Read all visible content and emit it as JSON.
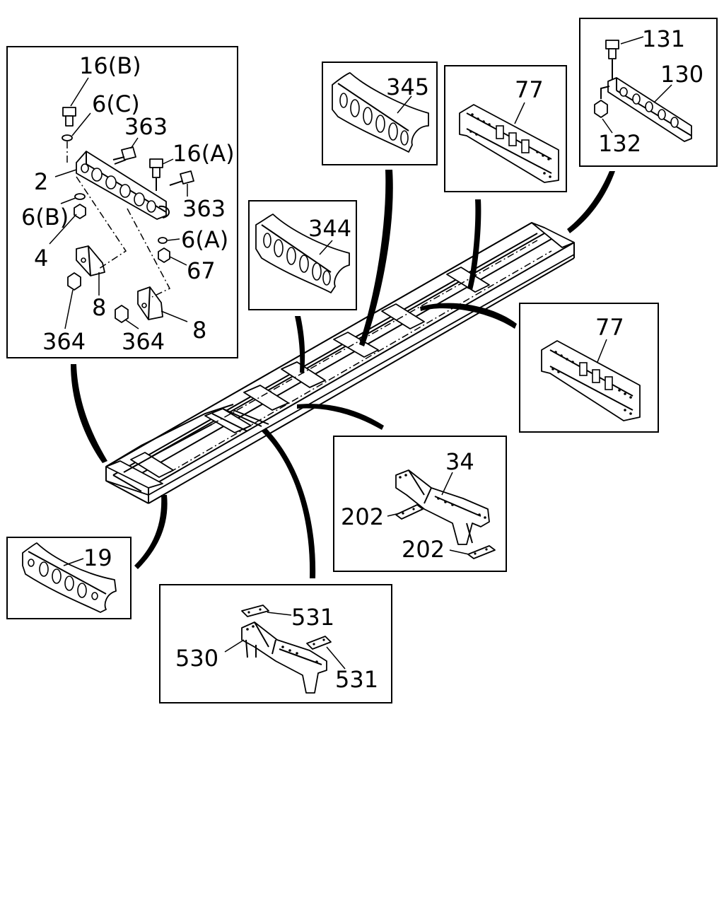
{
  "labels": {
    "p16b": "16(B)",
    "p6c": "6(C)",
    "p363a": "363",
    "p16a": "16(A)",
    "p2": "2",
    "p363b": "363",
    "p6b": "6(B)",
    "p6a": "6(A)",
    "p4": "4",
    "p67": "67",
    "p8a": "8",
    "p8b": "8",
    "p364a": "364",
    "p364b": "364",
    "p345": "345",
    "p344": "344",
    "p77a": "77",
    "p77b": "77",
    "p131": "131",
    "p130": "130",
    "p132": "132",
    "p34": "34",
    "p202a": "202",
    "p202b": "202",
    "p19": "19",
    "p531a": "531",
    "p530": "530",
    "p531b": "531"
  },
  "icons": [
    "bolt-icon",
    "nut-icon",
    "washer-icon",
    "bracket-icon",
    "crossmember-icon",
    "chassis-frame-icon"
  ]
}
